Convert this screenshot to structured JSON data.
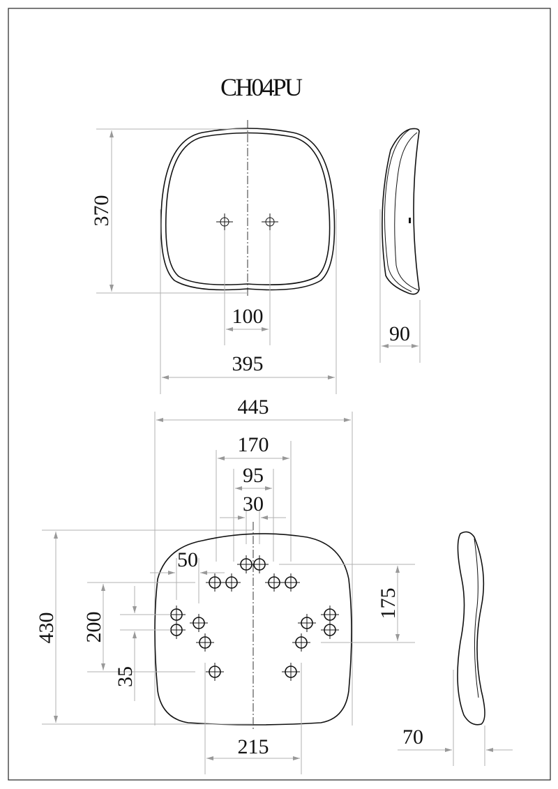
{
  "title": "CH04PU",
  "backrest": {
    "height": "370",
    "hole_spacing": "100",
    "width": "395",
    "depth": "90"
  },
  "seat": {
    "width": "445",
    "pattern_outer": "170",
    "pattern_mid": "95",
    "pattern_inner": "30",
    "edge_offset": "50",
    "depth": "430",
    "side_spacing": "200",
    "hole_pitch": "35",
    "front_spacing": "175",
    "rear_spacing": "215",
    "thickness": "70"
  }
}
